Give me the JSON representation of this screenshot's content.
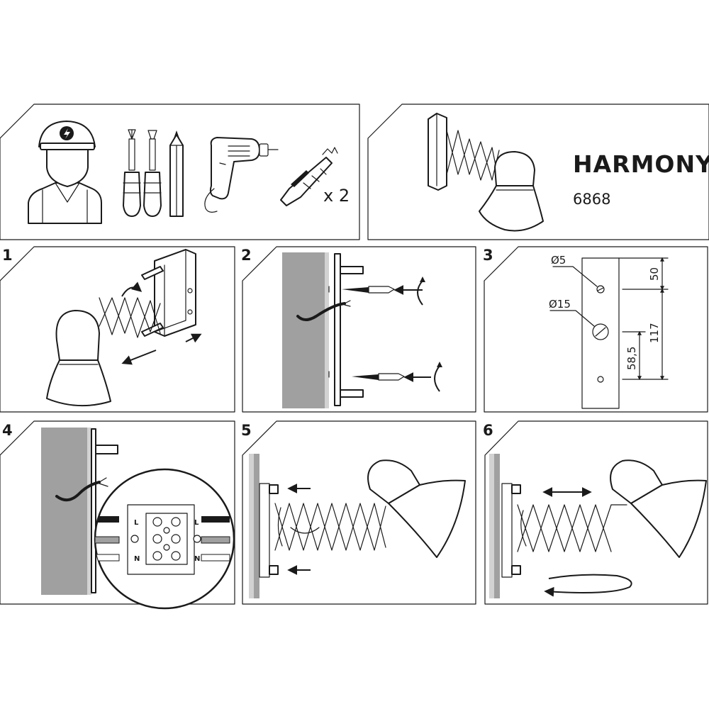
{
  "header": {
    "product_name": "HARMONY",
    "product_code": "6868"
  },
  "tools": {
    "wall_plug_quantity": "x 2",
    "icons": [
      "electrician-icon",
      "cross-screwdriver-icon",
      "flat-screwdriver-icon",
      "pencil-icon",
      "drill-icon",
      "wall-plug-screw-icon"
    ]
  },
  "steps": [
    {
      "number": "1"
    },
    {
      "number": "2"
    },
    {
      "number": "3",
      "labels": {
        "small_hole": "Ø5",
        "large_hole": "Ø15"
      },
      "dimensions": {
        "top_offset": "50",
        "hole_spacing": "117",
        "center_offset": "58,5"
      }
    },
    {
      "number": "4",
      "terminals": {
        "live": "L",
        "neutral": "N"
      }
    },
    {
      "number": "5"
    },
    {
      "number": "6"
    }
  ],
  "colors": {
    "line": "#1a1a1a",
    "wall": "#a0a0a0",
    "wall_edge": "#d2d2d2",
    "background": "#ffffff"
  }
}
